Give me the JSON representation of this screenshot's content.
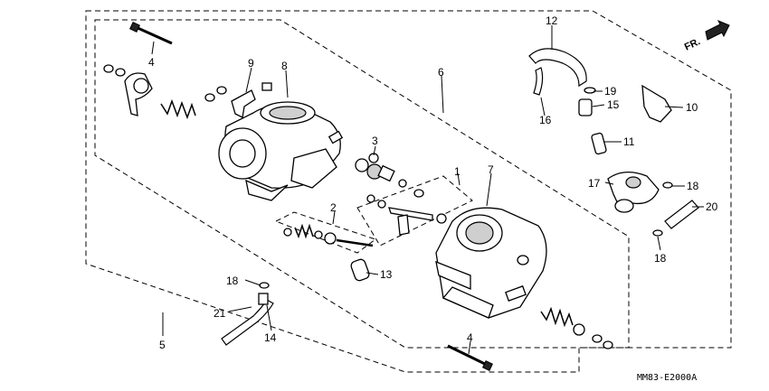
{
  "diagram": {
    "direction_label": "FR.",
    "drawing_code": "MM83-E2000A",
    "callouts": [
      "1",
      "2",
      "3",
      "4",
      "4",
      "5",
      "6",
      "7",
      "8",
      "9",
      "10",
      "11",
      "12",
      "13",
      "14",
      "15",
      "16",
      "17",
      "18",
      "18",
      "18",
      "19",
      "20",
      "21"
    ]
  }
}
